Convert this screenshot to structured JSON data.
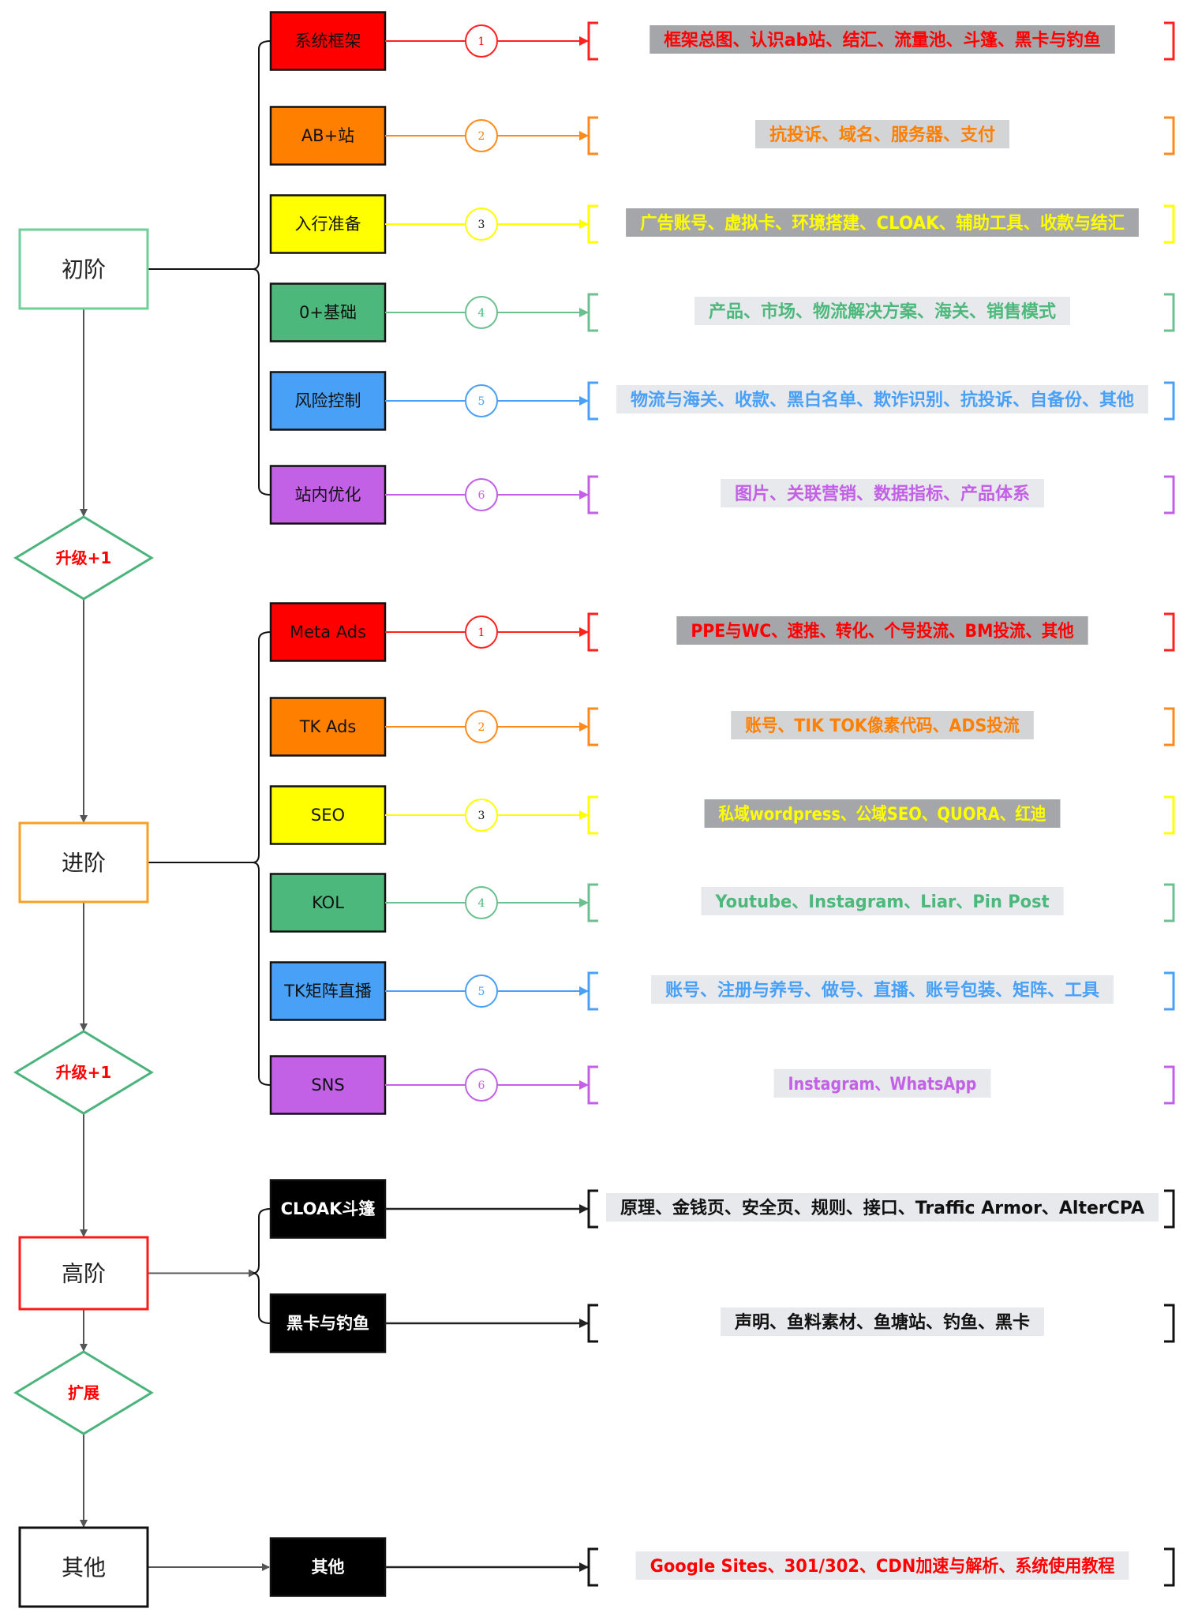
{
  "diagram": {
    "stages": [
      {
        "label": "初阶",
        "border": "#6fcf97",
        "items": [
          {
            "num": "1",
            "label": "系统框架",
            "fill": "#ff0000",
            "label_color": "#111111",
            "line": "#ff2020",
            "detail": "框架总图、认识ab站、结汇、流量池、斗篷、黑卡与钓鱼",
            "detail_color": "#ff0000",
            "detail_bg": "#a5a6a9"
          },
          {
            "num": "2",
            "label": "AB+站",
            "fill": "#ff7f00",
            "label_color": "#111111",
            "line": "#ff8a1c",
            "detail": "抗投诉、域名、服务器、支付",
            "detail_color": "#ff7f00",
            "detail_bg": "#d3d4d6"
          },
          {
            "num": "3",
            "label": "入行准备",
            "fill": "#ffff00",
            "label_color": "#111111",
            "line": "#ffff00",
            "detail": "广告账号、虚拟卡、环境搭建、CLOAK、辅助工具、收款与结汇",
            "detail_color": "#ffff00",
            "detail_bg": "#a5a6a9"
          },
          {
            "num": "4",
            "label": "0+基础",
            "fill": "#4cb87c",
            "label_color": "#111111",
            "line": "#6cc08f",
            "detail": "产品、市场、物流解决方案、海关、销售模式",
            "detail_color": "#4cb87c",
            "detail_bg": "#e8e9ec"
          },
          {
            "num": "5",
            "label": "风险控制",
            "fill": "#49a0f7",
            "label_color": "#111111",
            "line": "#49a0f7",
            "detail": "物流与海关、收款、黑白名单、欺诈识别、抗投诉、自备份、其他",
            "detail_color": "#49a0f7",
            "detail_bg": "#e8e9ec"
          },
          {
            "num": "6",
            "label": "站内优化",
            "fill": "#c260e6",
            "label_color": "#111111",
            "line": "#c260e6",
            "detail": "图片、关联营销、数据指标、产品体系",
            "detail_color": "#c260e6",
            "detail_bg": "#e8e9ec"
          }
        ]
      },
      {
        "label": "进阶",
        "border": "#f5a124",
        "items": [
          {
            "num": "1",
            "label": "Meta Ads",
            "fill": "#ff0000",
            "label_color": "#111111",
            "line": "#ff2020",
            "detail": "PPE与WC、速推、转化、个号投流、BM投流、其他",
            "detail_color": "#ff0000",
            "detail_bg": "#a5a6a9"
          },
          {
            "num": "2",
            "label": "TK Ads",
            "fill": "#ff7f00",
            "label_color": "#111111",
            "line": "#ff8a1c",
            "detail": "账号、TIK TOK像素代码、ADS投流",
            "detail_color": "#ff7f00",
            "detail_bg": "#d3d4d6"
          },
          {
            "num": "3",
            "label": "SEO",
            "fill": "#ffff00",
            "label_color": "#111111",
            "line": "#ffff00",
            "detail": "私域wordpress、公域SEO、QUORA、红迪",
            "detail_color": "#ffff00",
            "detail_bg": "#a5a6a9"
          },
          {
            "num": "4",
            "label": "KOL",
            "fill": "#4cb87c",
            "label_color": "#111111",
            "line": "#6cc08f",
            "detail": "Youtube、Instagram、Liar、Pin Post",
            "detail_color": "#4cb87c",
            "detail_bg": "#e8e9ec"
          },
          {
            "num": "5",
            "label": "TK矩阵直播",
            "fill": "#49a0f7",
            "label_color": "#111111",
            "line": "#49a0f7",
            "detail": "账号、注册与养号、做号、直播、账号包装、矩阵、工具",
            "detail_color": "#49a0f7",
            "detail_bg": "#e8e9ec"
          },
          {
            "num": "6",
            "label": "SNS",
            "fill": "#c260e6",
            "label_color": "#111111",
            "line": "#c260e6",
            "detail": "Instagram、WhatsApp",
            "detail_color": "#c260e6",
            "detail_bg": "#e8e9ec"
          }
        ]
      },
      {
        "label": "高阶",
        "border": "#ff1a1a",
        "items": [
          {
            "num": "",
            "label": "CLOAK斗篷",
            "fill": "#000000",
            "label_color": "#ffffff",
            "line": "#222222",
            "detail": "原理、金钱页、安全页、规则、接口、Traffic Armor、AlterCPA",
            "detail_color": "#111111",
            "detail_bg": "#e8e9ec"
          },
          {
            "num": "",
            "label": "黑卡与钓鱼",
            "fill": "#000000",
            "label_color": "#ffffff",
            "line": "#222222",
            "detail": "声明、鱼料素材、鱼塘站、钓鱼、黑卡",
            "detail_color": "#111111",
            "detail_bg": "#e8e9ec"
          }
        ]
      },
      {
        "label": "其他",
        "border": "#111111",
        "items": [
          {
            "num": "",
            "label": "其他",
            "fill": "#000000",
            "label_color": "#ffffff",
            "line": "#222222",
            "detail": "Google Sites、301/302、CDN加速与解析、系统使用教程",
            "detail_color": "#ff0000",
            "detail_bg": "#e8e9ec"
          }
        ]
      }
    ],
    "decisions": [
      {
        "label": "升级+1",
        "color": "#ff0000",
        "border": "#4bb37c"
      },
      {
        "label": "升级+1",
        "color": "#ff0000",
        "border": "#4bb37c"
      },
      {
        "label": "扩展",
        "color": "#ff0000",
        "border": "#4bb37c"
      }
    ],
    "colors": {
      "flow_line": "#555555",
      "brace_line": "#111111"
    }
  }
}
